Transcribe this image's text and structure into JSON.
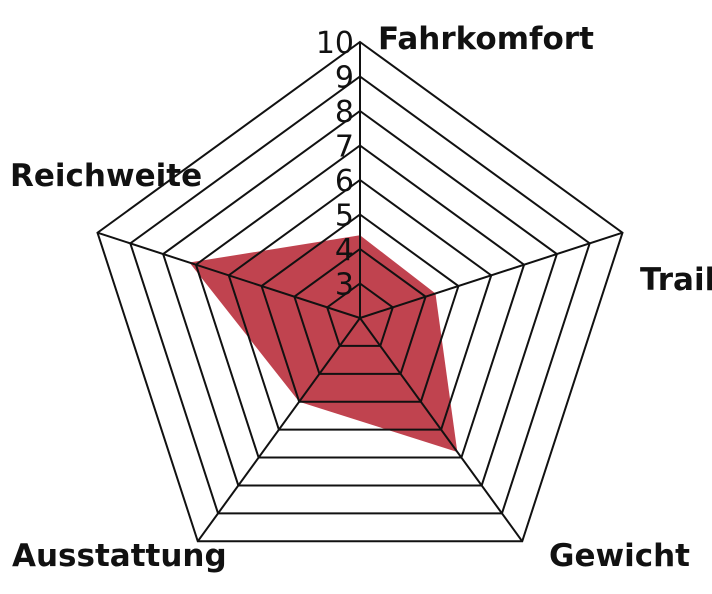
{
  "chart_data": {
    "type": "radar",
    "axes": [
      "Fahrkomfort",
      "Trail",
      "Gewicht",
      "Ausstattung",
      "Reichweite"
    ],
    "range": [
      2,
      10
    ],
    "ticks": [
      3,
      4,
      5,
      6,
      7,
      8,
      9,
      10
    ],
    "series": [
      {
        "values": [
          4.4,
          4.3,
          6.8,
          5.0,
          7.2
        ]
      }
    ],
    "colors": {
      "fill": "#c0434f",
      "grid": "#111111"
    }
  }
}
